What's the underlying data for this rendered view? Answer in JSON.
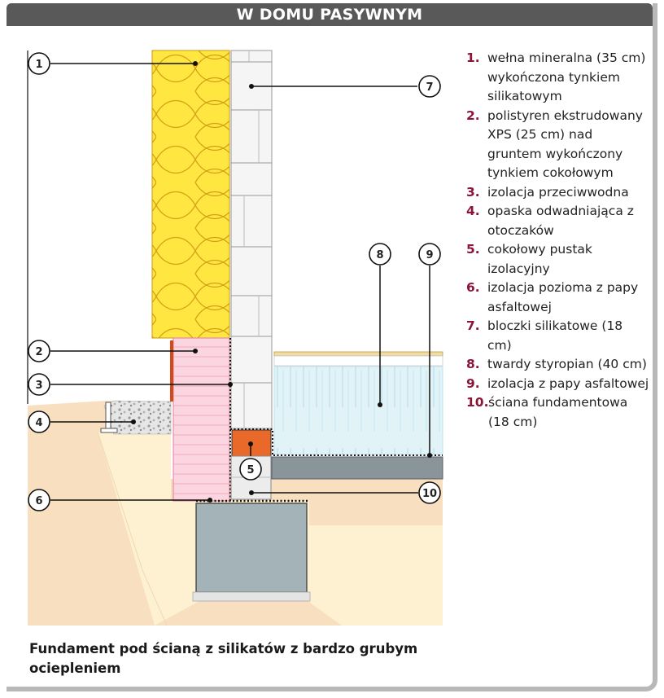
{
  "header": {
    "title": "W DOMU PASYWNYM"
  },
  "callouts": [
    "1",
    "2",
    "3",
    "4",
    "5",
    "6",
    "7",
    "8",
    "9",
    "10"
  ],
  "legend": [
    {
      "num": "1.",
      "text": "wełna mineralna (35 cm) wykończona tynkiem silikatowym"
    },
    {
      "num": "2.",
      "text": "polistyren ekstrudowany XPS (25 cm) nad gruntem wykończony tynkiem cokołowym"
    },
    {
      "num": "3.",
      "text": "izolacja przeciwwodna"
    },
    {
      "num": "4.",
      "text": "opaska odwadniająca z otoczaków"
    },
    {
      "num": "5.",
      "text": "cokołowy pustak izolacyjny"
    },
    {
      "num": "6.",
      "text": "izolacja pozioma z papy asfaltowej"
    },
    {
      "num": "7.",
      "text": "bloczki silikatowe (18 cm)"
    },
    {
      "num": "8.",
      "text": "twardy styropian (40 cm)"
    },
    {
      "num": "9.",
      "text": "izolacja z papy asfaltowej"
    },
    {
      "num": "10.",
      "text": "ściana fundamentowa (18 cm)"
    }
  ],
  "caption": "Fundament pod ścianą z silikatów z bardzo grubym ociepleniem",
  "colors": {
    "header_bg": "#595959",
    "legend_number": "#8a1538",
    "mineral_wool": "#ffe640",
    "xps": "#fbd6e0",
    "soil": "#f8dfc0",
    "concrete": "#a3b3b8",
    "styrofoam": "#e2f3f8",
    "insulating_block": "#e8692a"
  }
}
